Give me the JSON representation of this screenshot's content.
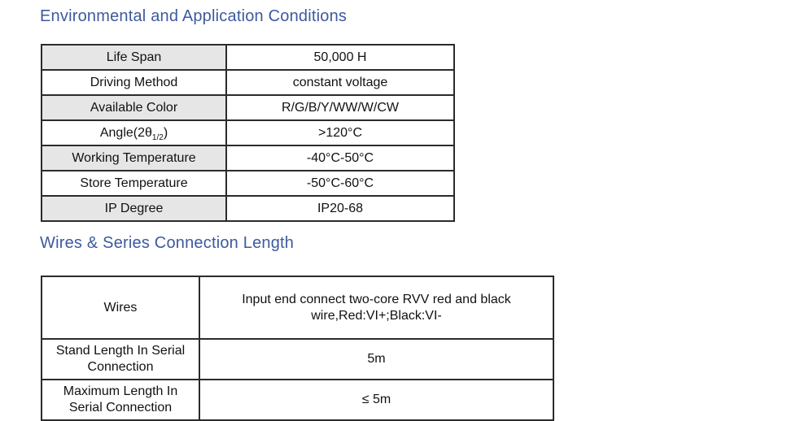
{
  "sections": [
    {
      "heading": "Environmental and Application Conditions",
      "table": {
        "rows": [
          {
            "label": "Life Span",
            "value": "50,000 H"
          },
          {
            "label": "Driving Method",
            "value": "constant voltage"
          },
          {
            "label": "Available Color",
            "value": "R/G/B/Y/WW/W/CW"
          },
          {
            "label": "Angle(2θ",
            "label_sub": "1/2",
            "label_tail": ")",
            "value": ">120°C"
          },
          {
            "label": "Working Temperature",
            "value": "-40°C-50°C"
          },
          {
            "label": "Store Temperature",
            "value": "-50°C-60°C"
          },
          {
            "label": "IP Degree",
            "value": "IP20-68"
          }
        ]
      }
    },
    {
      "heading": "Wires & Series Connection Length",
      "table": {
        "rows": [
          {
            "label": "Wires",
            "value": "Input end connect two-core RVV red and black wire,Red:VI+;Black:VI-"
          },
          {
            "label": "Stand Length In Serial Connection",
            "value": "5m"
          },
          {
            "label": "Maximum Length In Serial Connection",
            "value": "≤ 5m"
          }
        ]
      }
    }
  ],
  "colors": {
    "heading": "#3d5a9e",
    "border": "#2b2b2b",
    "shaded_row": "#e6e6e6",
    "page_background": "#ffffff",
    "text": "#111111"
  }
}
